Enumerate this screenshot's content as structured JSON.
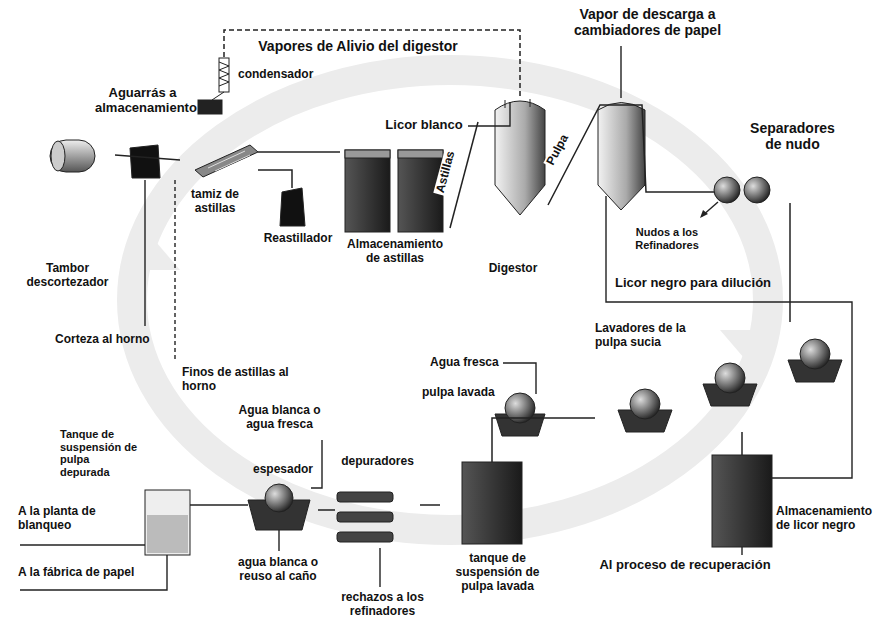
{
  "diagram": {
    "nodes": [
      {
        "text": [
          "condensador"
        ]
      },
      {
        "text": [
          "Tambor descortezador"
        ]
      },
      {
        "text": [
          "tamiz de astillas"
        ]
      },
      {
        "text": [
          "Reastillador"
        ]
      },
      {
        "text": [
          "Almacenamiento de astillas"
        ]
      },
      {
        "text": [
          "Digestor"
        ]
      },
      {
        "text": [
          "Separadores de nudo"
        ]
      },
      {
        "text": [
          "Lavadores de la pulpa sucia"
        ]
      },
      {
        "text": [
          "Tanque de suspensión de pulpa depurada"
        ]
      },
      {
        "text": [
          "espesador"
        ]
      },
      {
        "text": [
          "depuradores"
        ]
      },
      {
        "text": [
          "tanque de suspensión de pulpa lavada"
        ]
      },
      {
        "text": [
          "Almacenamiento de licor negro"
        ]
      }
    ],
    "edges": [
      {
        "from": 1,
        "to": 2,
        "arrow": "none"
      },
      {
        "from": 2,
        "to": 3,
        "arrow": "none"
      },
      {
        "from": 2,
        "to": 4,
        "arrow": "none"
      },
      {
        "from": 4,
        "to": 5,
        "label": "Astillas",
        "arrow": "none"
      },
      {
        "from": 5,
        "to": 0,
        "label": "Vapores de Alivio del digestor",
        "arrow": "none"
      },
      {
        "from": 5,
        "to": 6,
        "label": "Pulpa",
        "arrow": "none"
      },
      {
        "from": 6,
        "to": 7,
        "arrow": "none"
      },
      {
        "from": 7,
        "to": 12,
        "arrow": "none"
      },
      {
        "from": 7,
        "to": 11,
        "arrow": "none"
      },
      {
        "from": 11,
        "to": 10,
        "arrow": "none"
      },
      {
        "from": 10,
        "to": 9,
        "arrow": "none"
      },
      {
        "from": 9,
        "to": 8,
        "arrow": "none"
      }
    ],
    "labels": [
      "Vapor de descarga a cambiadores de papel",
      "Aguarrás a almacenamiento",
      "Licor blanco",
      "Nudos a los Refinadores",
      "Licor negro para dilución",
      "Corteza al horno",
      "Finos de astillas al horno",
      "Agua fresca",
      "pulpa lavada",
      "Agua blanca o agua fresca",
      "A la planta de blanqueo",
      "A la fábrica de papel",
      "agua blanca o reuso al caño",
      "rechazos a los refinadores",
      "Al proceso de recuperación"
    ]
  }
}
